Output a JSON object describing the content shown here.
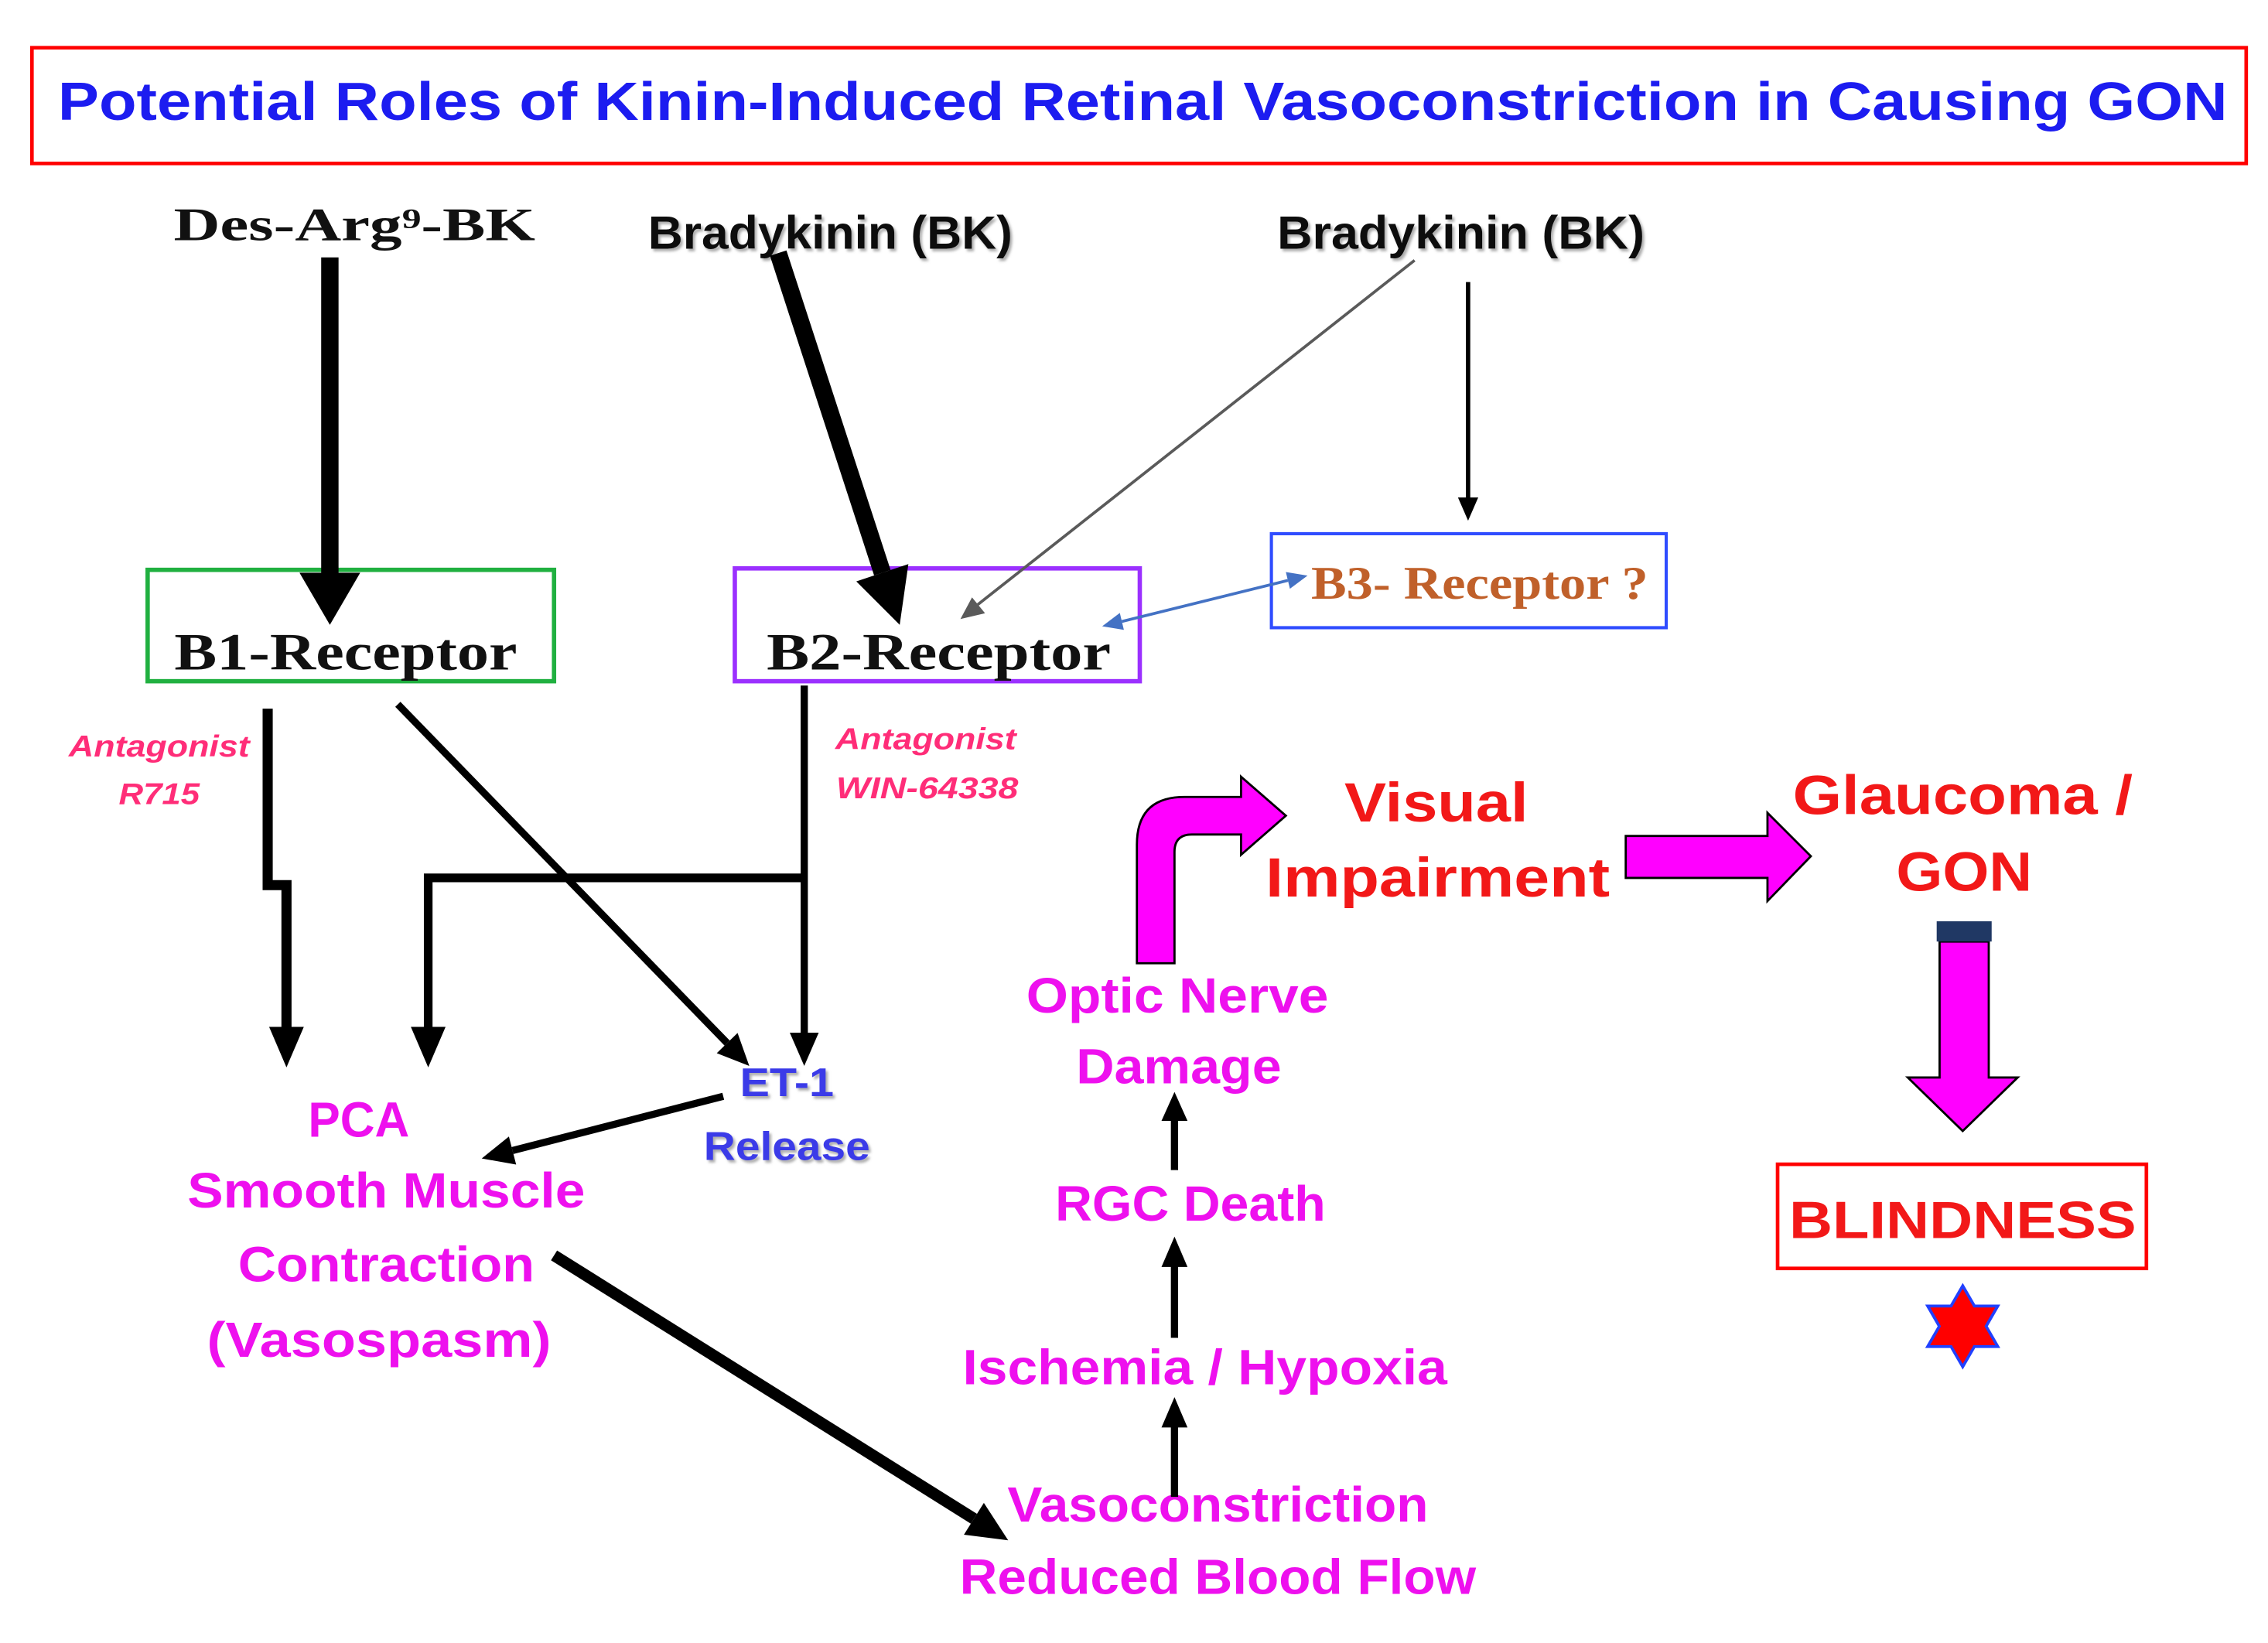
{
  "title": "Potential Roles of Kinin-Induced Retinal Vasoconstriction in Causing GON",
  "ligands": {
    "des_arg_9_bk": "Des-Arg⁹-BK",
    "bradykinin_to_b2": "Bradykinin (BK)",
    "bradykinin_to_b3": "Bradykinin (BK)"
  },
  "receptors": {
    "b1": "B1-Receptor",
    "b2": "B2-Receptor",
    "b3": "B3- Receptor ?"
  },
  "antagonists": {
    "b1": [
      "Antagonist",
      "R715"
    ],
    "b2": [
      "Antagonist",
      "WIN-64338"
    ]
  },
  "pca_contraction": [
    "PCA",
    "Smooth Muscle",
    "Contraction",
    "(Vasospasm)"
  ],
  "et1_release": [
    "ET-1",
    "Release"
  ],
  "vasoconstriction": [
    "Vasoconstriction",
    "Reduced Blood Flow"
  ],
  "ischemia": "Ischemia / Hypoxia",
  "rgc_death": "RGC Death",
  "optic_nerve_damage": [
    "Optic Nerve",
    "Damage"
  ],
  "visual_impairment": [
    "Visual",
    "Impairment"
  ],
  "glaucoma": [
    "Glaucoma /",
    "GON"
  ],
  "blindness": "BLINDNESS",
  "icons": {
    "blindness_marker": "six-pointed-star-icon"
  },
  "colors": {
    "title_text": "#1c1cf0",
    "title_border": "#ff0000",
    "b1_border": "#20b040",
    "b2_border": "#9b30ff",
    "b3_border": "#2f4cff",
    "b3_text": "#c0602a",
    "antagonist_text": "#ff2d78",
    "pathway_text": "#ee10ee",
    "outcome_text": "#f21818",
    "et1_text": "#3a3ae8",
    "block_arrow_fill": "#ff00ff",
    "arrow_cap": "#203864",
    "star_fill": "#ff0000",
    "star_outline": "#2040ff",
    "interaction_arrow": "#4472c4"
  }
}
